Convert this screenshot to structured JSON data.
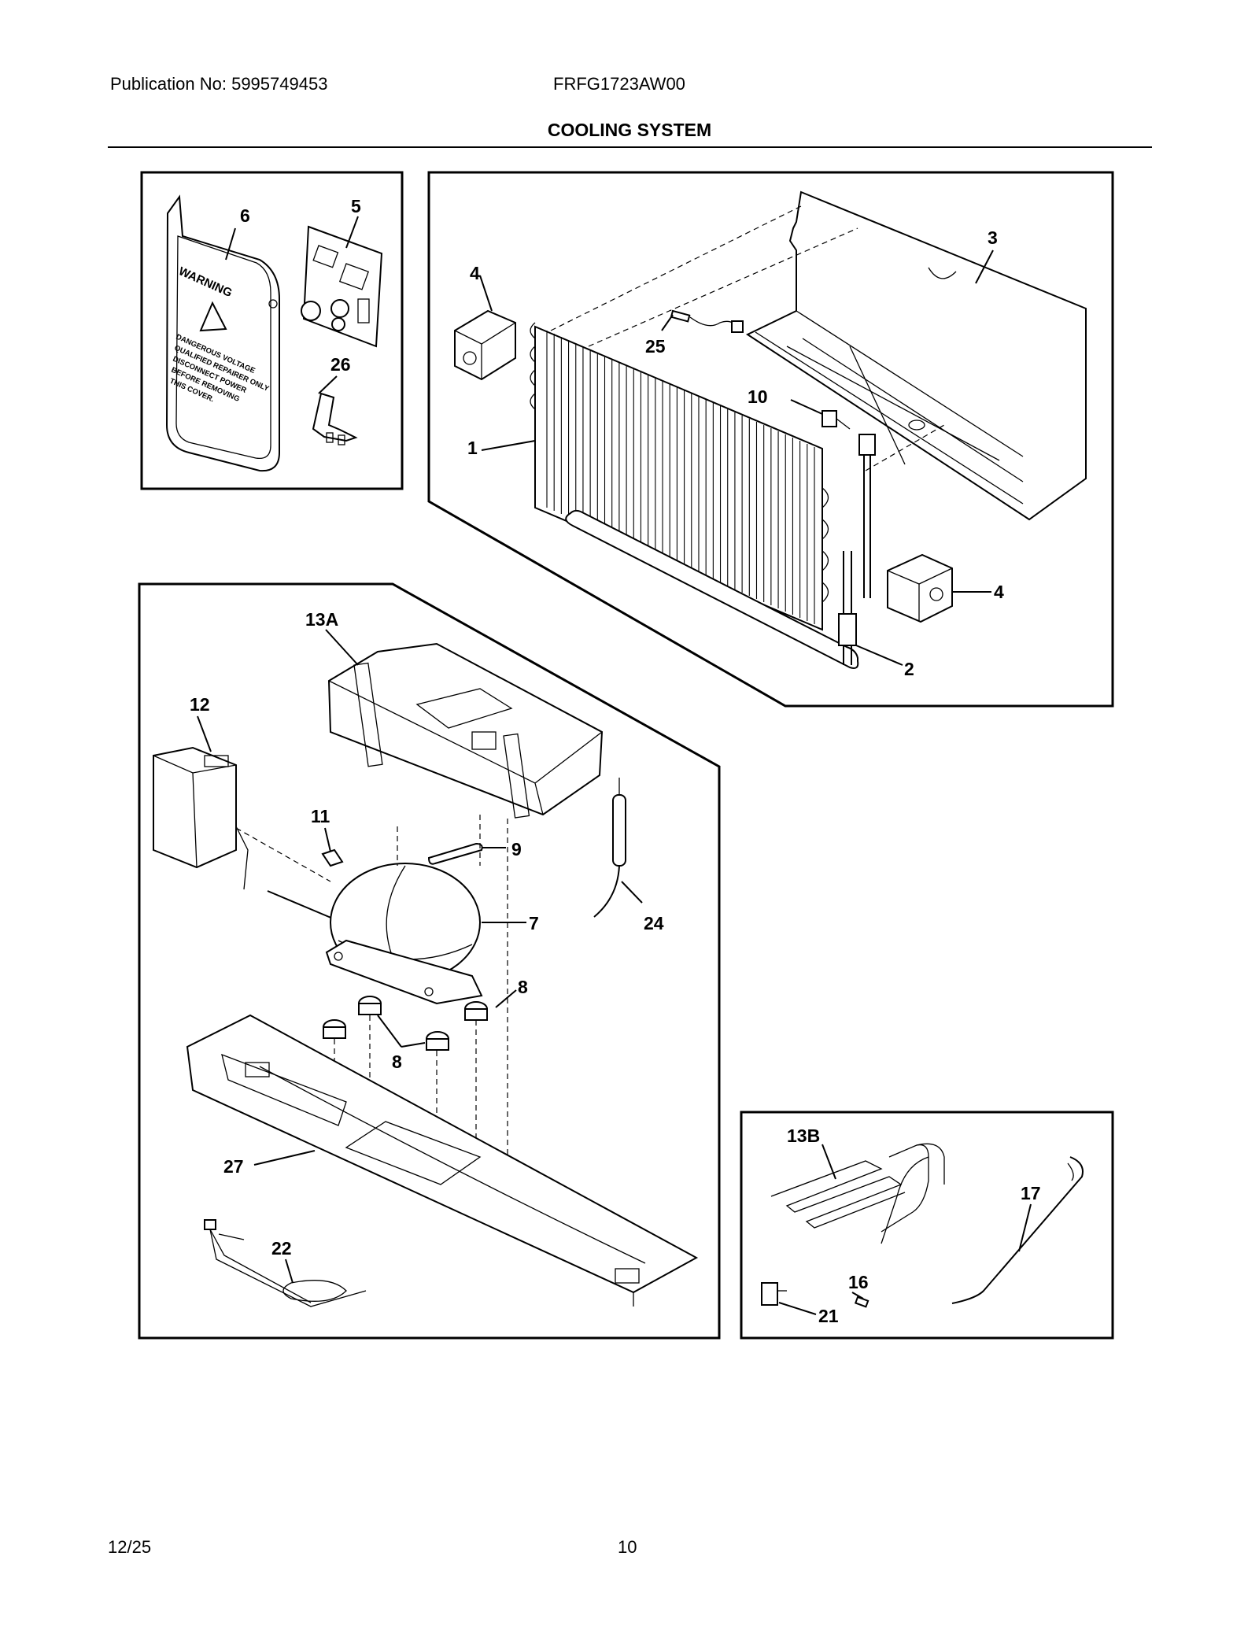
{
  "header": {
    "publication": "Publication No: 5995749453",
    "model": "FRFG1723AW00",
    "title": "COOLING SYSTEM"
  },
  "footer": {
    "date": "12/25",
    "page": "10"
  },
  "warning_cover": {
    "heading": "WARNING",
    "lines": [
      "DANGEROUS VOLTAGE",
      "QUALIFIED REPAIRER ONLY",
      "DISCONNECT POWER",
      "BEFORE REMOVING",
      "THIS COVER."
    ]
  },
  "callouts": {
    "c1": "1",
    "c2": "2",
    "c3": "3",
    "c4a": "4",
    "c4b": "4",
    "c5": "5",
    "c6": "6",
    "c7": "7",
    "c8a": "8",
    "c8b": "8",
    "c9": "9",
    "c10": "10",
    "c11": "11",
    "c12": "12",
    "c13a": "13A",
    "c13b": "13B",
    "c16": "16",
    "c17": "17",
    "c21": "21",
    "c22": "22",
    "c24": "24",
    "c25": "25",
    "c26": "26",
    "c27": "27"
  }
}
